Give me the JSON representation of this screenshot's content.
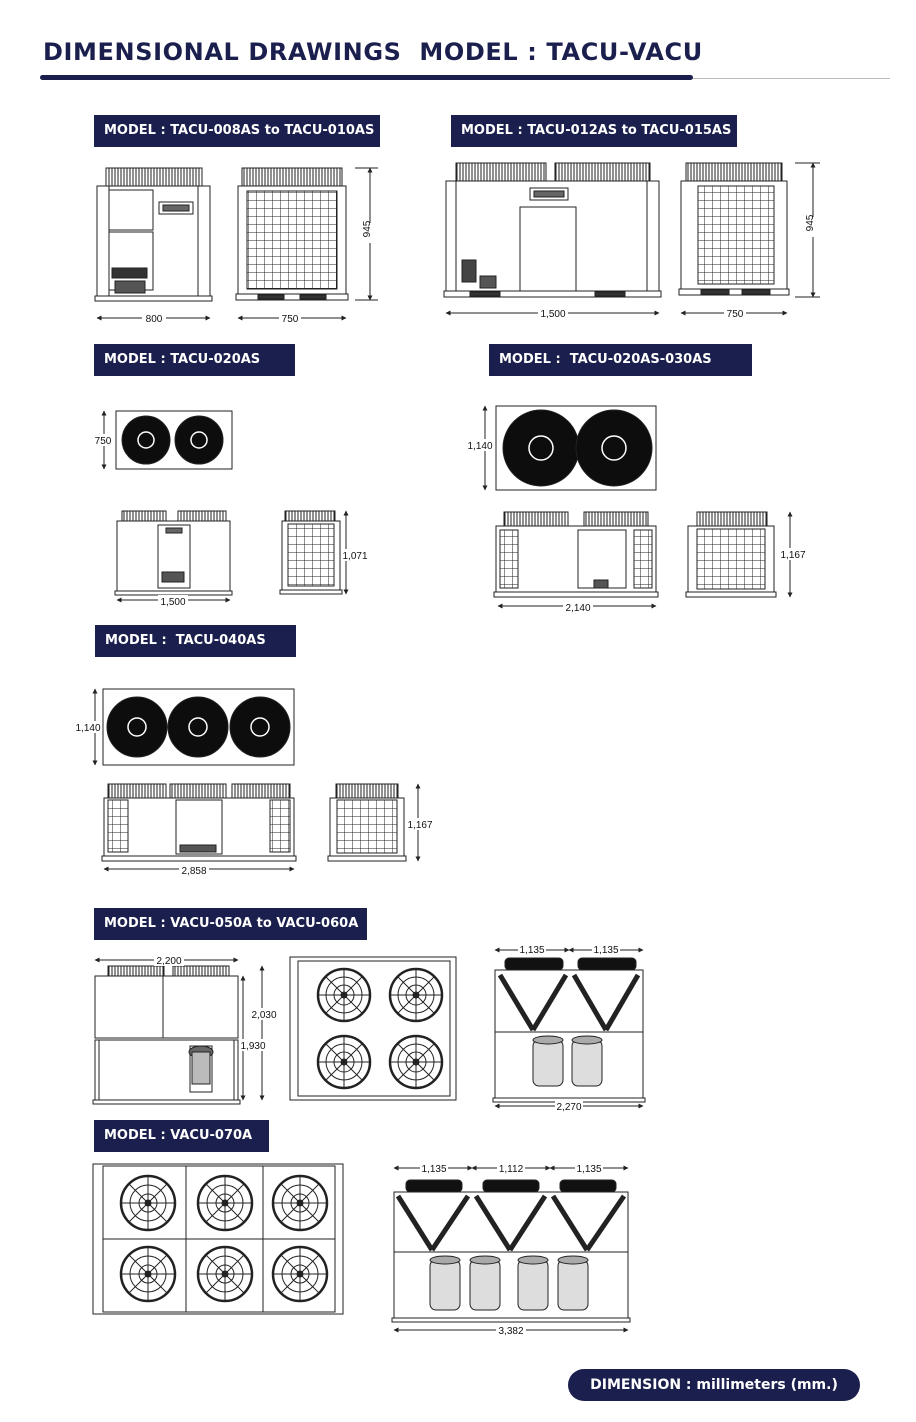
{
  "header": {
    "title": "DIMENSIONAL DRAWINGS  MODEL : TACU-VACU"
  },
  "sections": {
    "tacu_008": {
      "label": "MODEL : TACU-008AS to TACU-010AS",
      "dims": {
        "width": "800",
        "depth": "750",
        "height": "945"
      }
    },
    "tacu_012": {
      "label": "MODEL : TACU-012AS to TACU-015AS",
      "dims": {
        "width": "1,500",
        "depth": "750",
        "height": "945"
      }
    },
    "tacu_020": {
      "label": "MODEL : TACU-020AS",
      "dims": {
        "top_depth": "750",
        "width": "1,500",
        "height": "1,071"
      }
    },
    "tacu_020_030": {
      "label": "MODEL :  TACU-020AS-030AS",
      "dims": {
        "top_depth": "1,140",
        "width": "2,140",
        "height": "1,167"
      }
    },
    "tacu_040": {
      "label": "MODEL :  TACU-040AS",
      "dims": {
        "top_depth": "1,140",
        "width": "2,858",
        "height": "1,167"
      }
    },
    "vacu_050": {
      "label": "MODEL : VACU-050A to VACU-060A",
      "dims": {
        "width": "2,200",
        "height": "2,030",
        "inner_height": "1,930",
        "top_left": "1,135",
        "top_right": "1,135",
        "side_width": "2,270"
      }
    },
    "vacu_070": {
      "label": "MODEL : VACU-070A",
      "dims": {
        "top_1": "1,135",
        "top_2": "1,112",
        "top_3": "1,135",
        "side_width": "3,382"
      }
    }
  },
  "footer": {
    "badge": "DIMENSION : millimeters (mm.)"
  },
  "colors": {
    "navy": "#1b1f4d",
    "line": "#222222",
    "fan": "#0d0d0d"
  },
  "icons": [
    "brand-logo-plate",
    "fan-grille",
    "condenser-coil",
    "compressor"
  ]
}
